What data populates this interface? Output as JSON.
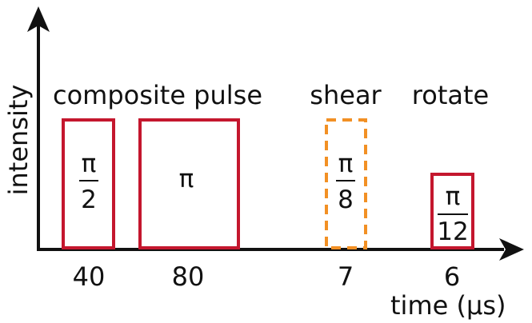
{
  "axes": {
    "y_label": "intensity",
    "x_label": "time (µs)"
  },
  "groups": {
    "composite": "composite pulse",
    "shear": "shear",
    "rotate": "rotate"
  },
  "pulses": [
    {
      "id": "p1",
      "label_num": "π",
      "label_den": "2",
      "duration": "40",
      "style": "solid"
    },
    {
      "id": "p2",
      "label": "π",
      "duration": "80",
      "style": "solid"
    },
    {
      "id": "p3",
      "label_num": "π",
      "label_den": "8",
      "duration": "7",
      "style": "dashed"
    },
    {
      "id": "p4",
      "label_num": "π",
      "label_den": "12",
      "duration": "6",
      "style": "solid"
    }
  ],
  "colors": {
    "solid_pulse": "#c4172e",
    "dashed_pulse": "#f29024",
    "axis": "#111111"
  }
}
